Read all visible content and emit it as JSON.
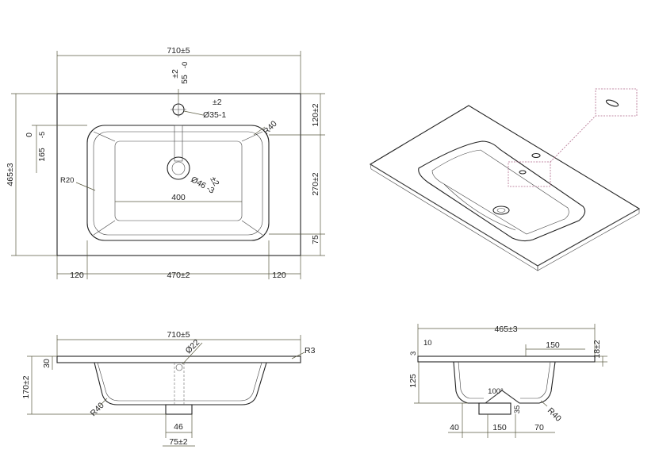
{
  "top_view": {
    "width": "710±5",
    "depth": "465±3",
    "tap_pos": "55",
    "tap_pos_tol_a": "±2",
    "tap_pos_tol_b": "-0",
    "tap_hole_tol": "±2",
    "tap_hole": "Ø35-1",
    "radius_corner": "R40",
    "radius_bowl": "R20",
    "drain_tol": "±2",
    "drain": "Ø46 -3",
    "bowl_width": "400",
    "left_offset": "165",
    "left_offset_tol_a": "0",
    "left_offset_tol_b": "-5",
    "right_top": "120±2",
    "right_mid": "270±2",
    "right_bottom": "75",
    "bottom_left": "120",
    "bottom_mid": "470±2",
    "bottom_right": "120"
  },
  "front_view": {
    "width": "710±5",
    "drain_dia": "Ø22",
    "radius_small": "R3",
    "top_thick": "30",
    "height": "170±2",
    "radius_bowl": "R40",
    "drain_out": "46",
    "drain_spacing": "75±2"
  },
  "side_view": {
    "depth": "465±3",
    "edge_a": "3",
    "edge_b": "10",
    "tap_offset": "150",
    "lip_height": "18±2",
    "bowl_depth": "125",
    "angle": "100°",
    "drain_depth": "35",
    "radius_bowl": "R40",
    "bottom_left": "40",
    "bottom_mid": "150",
    "bottom_right": "70"
  }
}
